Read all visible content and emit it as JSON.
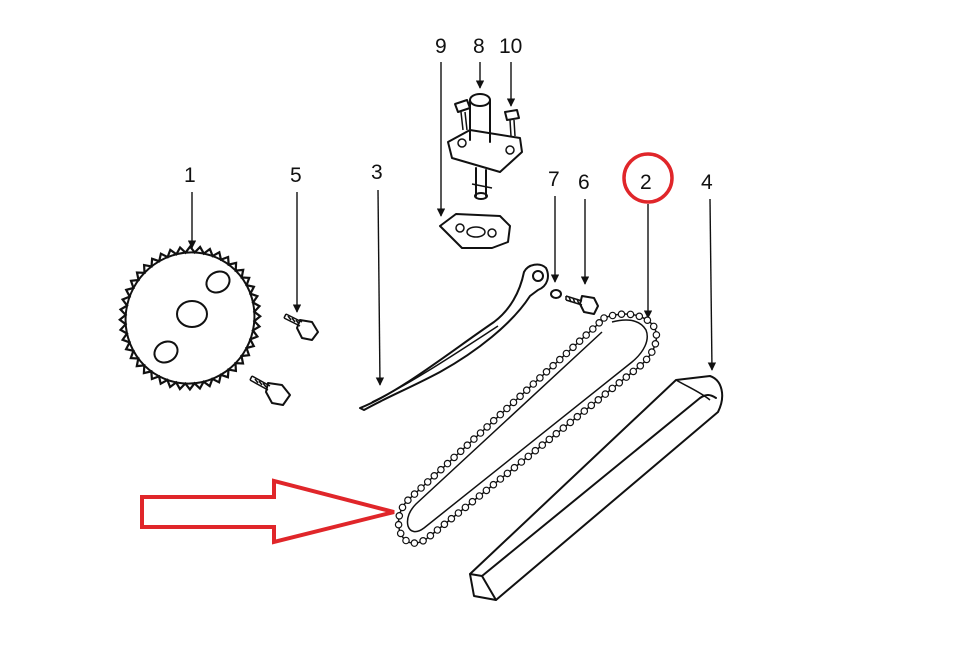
{
  "diagram": {
    "callouts": [
      {
        "id": "1",
        "text": "1"
      },
      {
        "id": "2",
        "text": "2",
        "highlighted": true
      },
      {
        "id": "3",
        "text": "3"
      },
      {
        "id": "4",
        "text": "4"
      },
      {
        "id": "5",
        "text": "5"
      },
      {
        "id": "6",
        "text": "6"
      },
      {
        "id": "7",
        "text": "7"
      },
      {
        "id": "8",
        "text": "8"
      },
      {
        "id": "9",
        "text": "9"
      },
      {
        "id": "10",
        "text": "10"
      }
    ],
    "highlight_color": "#e0262a",
    "line_color": "#111111",
    "background": "#ffffff"
  }
}
